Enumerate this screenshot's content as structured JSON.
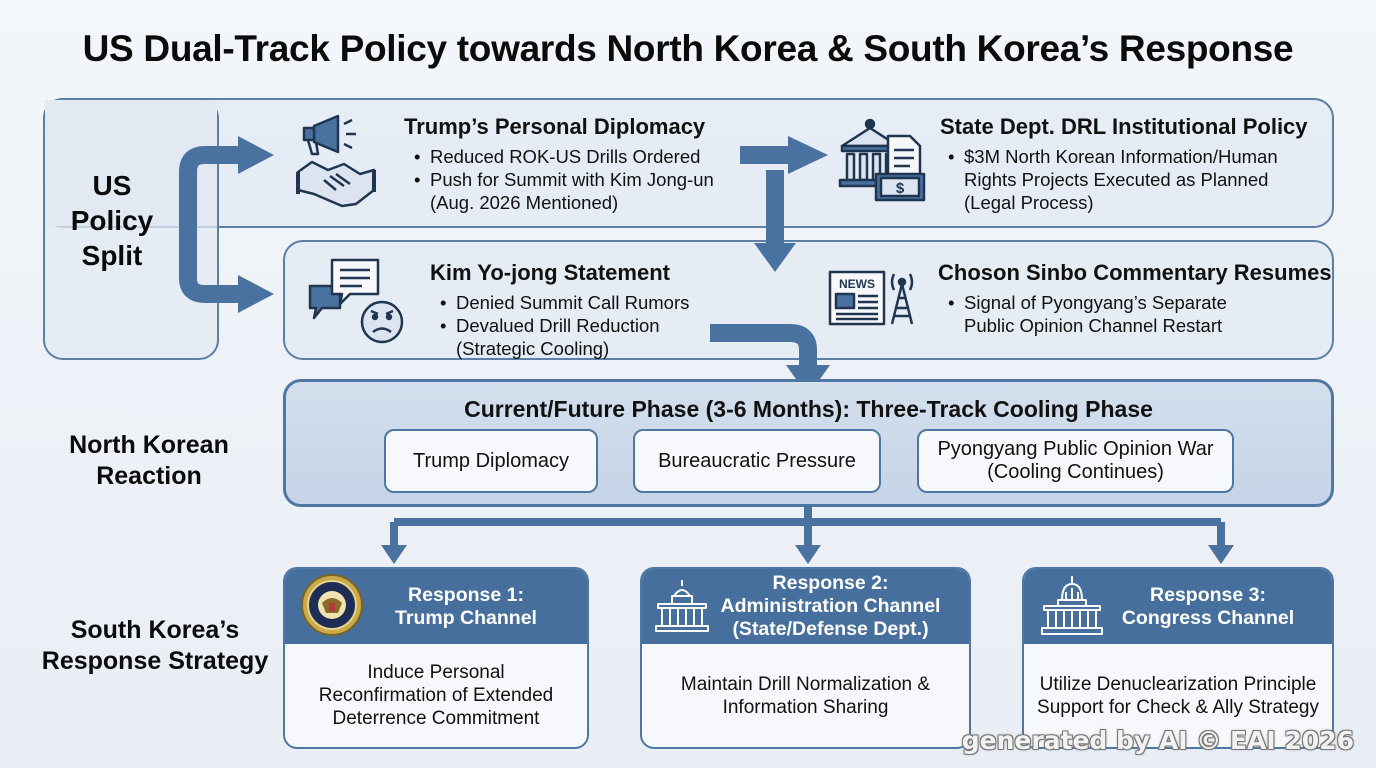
{
  "title": "US Dual-Track Policy towards North Korea & South Korea’s Response",
  "row_labels": {
    "us_policy": [
      "US",
      "Policy",
      "Split"
    ],
    "nk_reaction": [
      "North Korean",
      "Reaction"
    ],
    "sk_response": [
      "South Korea’s",
      "Response Strategy"
    ]
  },
  "trump_diplomacy": {
    "title": "Trump’s Personal Diplomacy",
    "bullets": [
      "Reduced ROK-US Drills Ordered",
      "Push for Summit with Kim Jong-un"
    ],
    "continuation": "(Aug. 2026 Mentioned)",
    "icon": "megaphone-handshake-icon"
  },
  "state_dept": {
    "title": "State Dept. DRL Institutional Policy",
    "bullets": [
      "$3M North Korean Information/Human"
    ],
    "continuation": [
      "Rights Projects Executed as Planned",
      "(Legal Process)"
    ],
    "icon": "government-building-money-icon"
  },
  "kim_yojong": {
    "title": "Kim Yo-jong Statement",
    "bullets": [
      "Denied Summit Call Rumors",
      "Devalued Drill Reduction"
    ],
    "continuation": "(Strategic Cooling)",
    "icon": "speech-bubbles-frown-icon"
  },
  "choson_sinbo": {
    "title": "Choson Sinbo Commentary Resumes",
    "bullets": [
      "Signal of Pyongyang’s Separate"
    ],
    "continuation": "Public Opinion Channel Restart",
    "icon": "newspaper-antenna-icon",
    "news_label": "NEWS"
  },
  "phase": {
    "title": "Current/Future Phase (3-6 Months): Three-Track Cooling Phase",
    "tracks": [
      {
        "lines": [
          "Trump Diplomacy"
        ]
      },
      {
        "lines": [
          "Bureaucratic Pressure"
        ]
      },
      {
        "lines": [
          "Pyongyang Public Opinion War",
          "(Cooling Continues)"
        ]
      }
    ]
  },
  "responses": [
    {
      "head": [
        "Response 1:",
        "Trump Channel"
      ],
      "body": [
        "Induce Personal",
        "Reconfirmation of Extended",
        "Deterrence Commitment"
      ],
      "icon": "presidential-seal-icon"
    },
    {
      "head": [
        "Response 2:",
        "Administration Channel",
        "(State/Defense Dept.)"
      ],
      "body": [
        "Maintain Drill Normalization &",
        "Information Sharing"
      ],
      "icon": "capitol-building-icon"
    },
    {
      "head": [
        "Response 3:",
        "Congress Channel"
      ],
      "body": [
        "Utilize Denuclearization Principle",
        "Support for Check & Ally Strategy"
      ],
      "icon": "capitol-dome-icon"
    }
  ],
  "watermark": "generated by AI © EAI 2026",
  "colors": {
    "accent": "#466f9d",
    "arrow": "#4a72a0",
    "panel_border": "#5b7fa6",
    "phase_fill": "#c9d7e9",
    "icon_navy": "#1f3550"
  }
}
